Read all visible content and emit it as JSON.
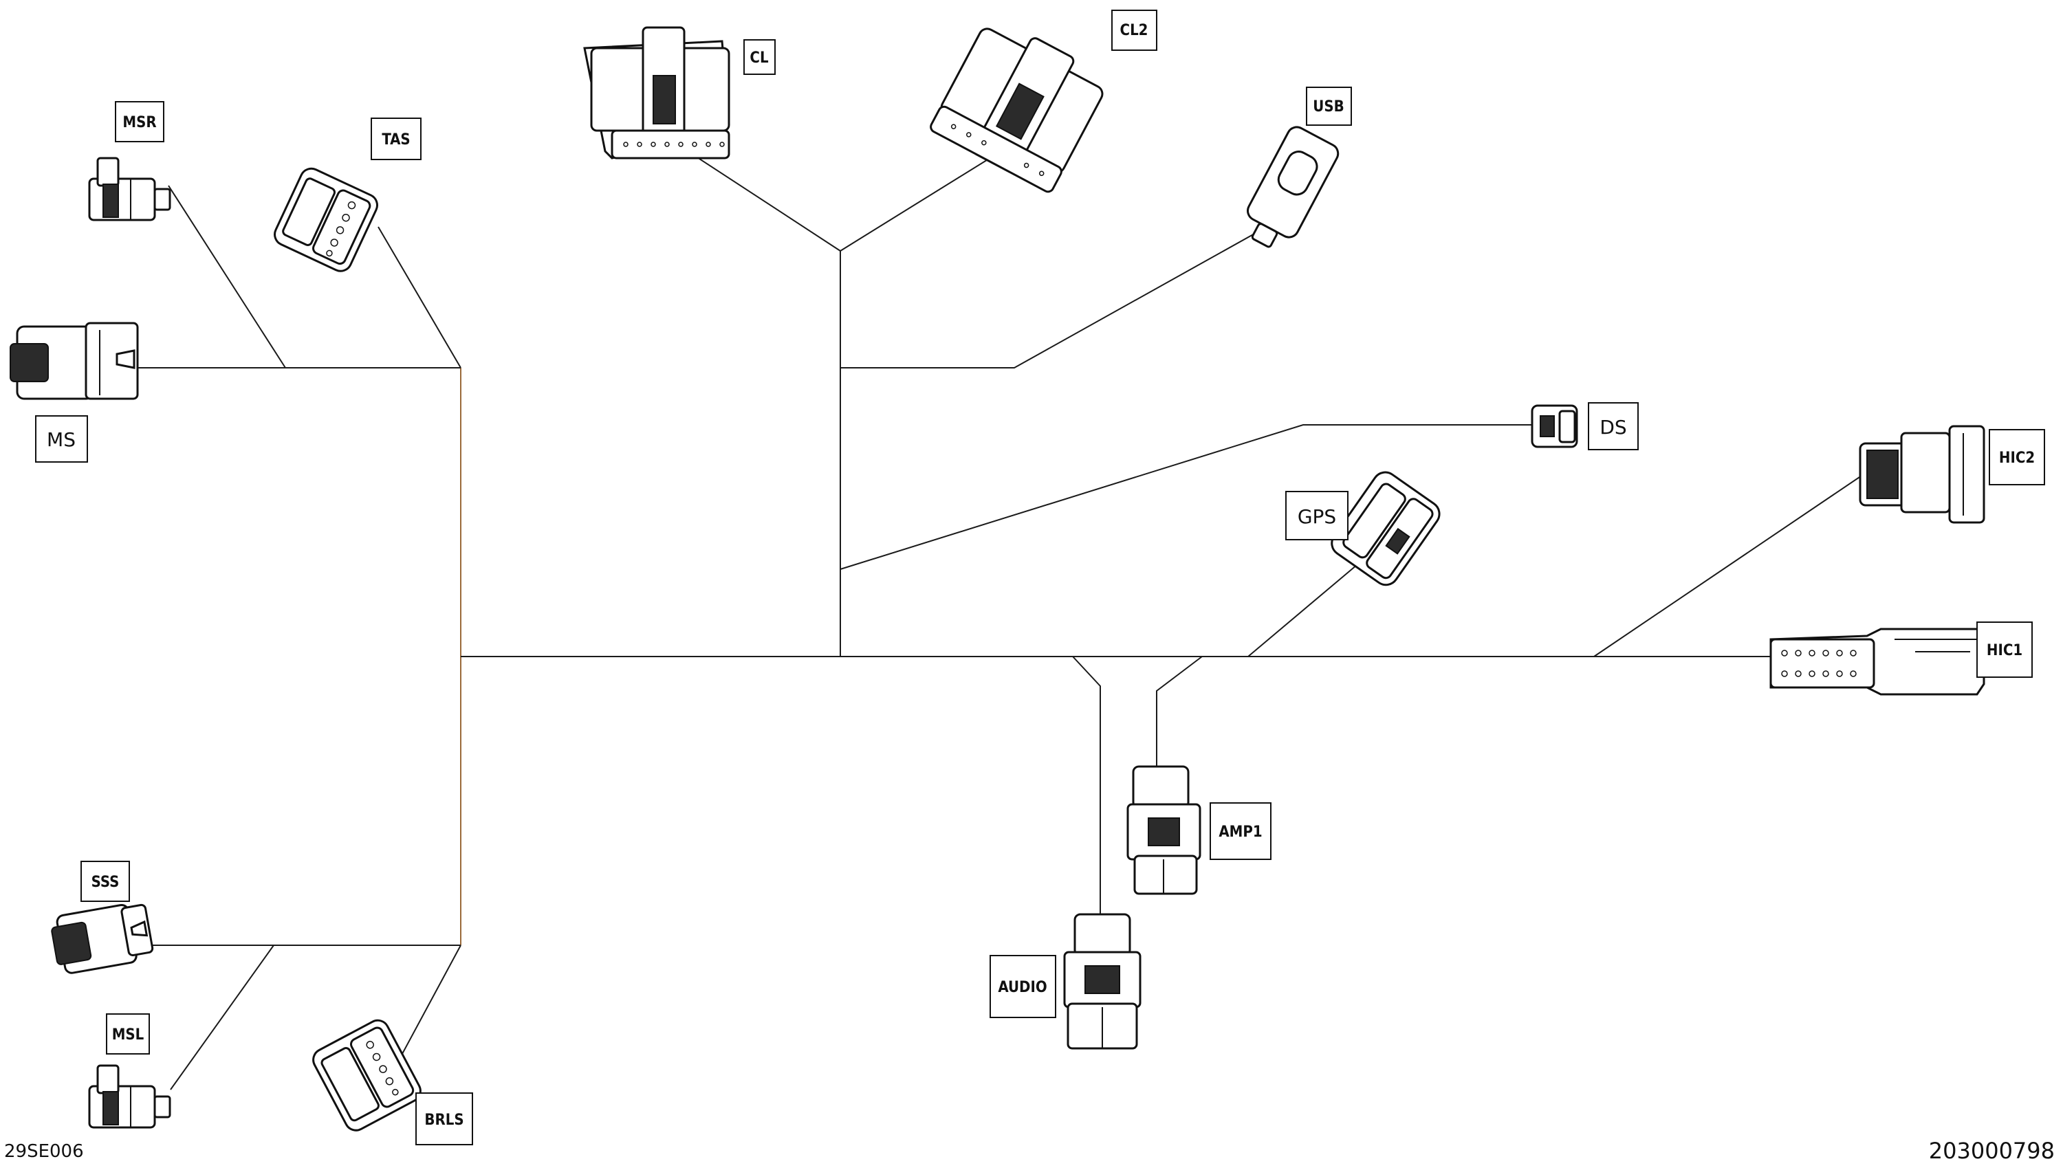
{
  "connectors": [
    {
      "id": "msr",
      "label": "MSR"
    },
    {
      "id": "tas",
      "label": "TAS"
    },
    {
      "id": "ms",
      "label": "MS"
    },
    {
      "id": "cl",
      "label": "CL"
    },
    {
      "id": "cl2",
      "label": "CL2"
    },
    {
      "id": "usb",
      "label": "USB"
    },
    {
      "id": "ds",
      "label": "DS"
    },
    {
      "id": "gps",
      "label": "GPS"
    },
    {
      "id": "hic2",
      "label": "HIC2"
    },
    {
      "id": "hic1",
      "label": "HIC1"
    },
    {
      "id": "amp1",
      "label": "AMP1"
    },
    {
      "id": "audio",
      "label": "AUDIO"
    },
    {
      "id": "sss",
      "label": "SSS"
    },
    {
      "id": "msl",
      "label": "MSL"
    },
    {
      "id": "brls",
      "label": "BRLS"
    }
  ],
  "footer": {
    "left_code": "29SE006",
    "right_code": "203000798"
  }
}
